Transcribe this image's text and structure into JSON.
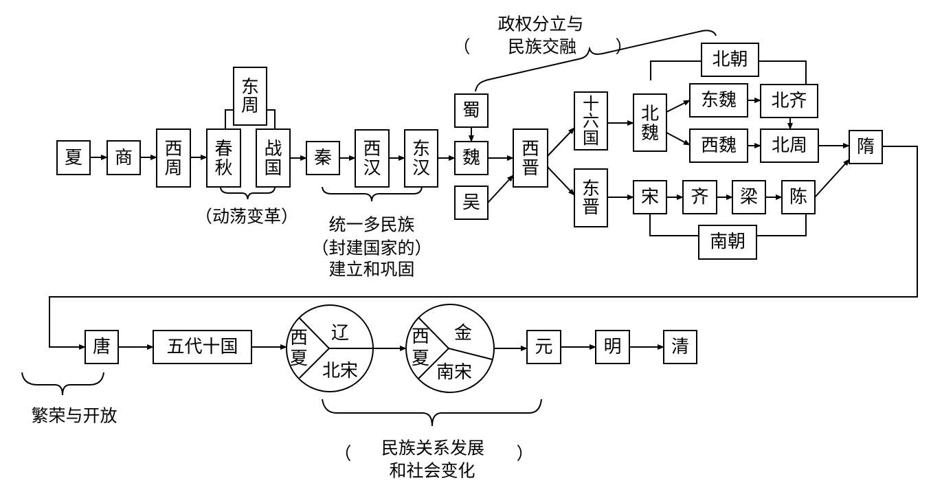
{
  "colors": {
    "default": "#000000",
    "highlight": "#ff0000"
  },
  "nodes": {
    "xia": {
      "lines": [
        "夏"
      ],
      "color": "#000000"
    },
    "shang": {
      "lines": [
        "商"
      ],
      "color": "#000000"
    },
    "xizhou": {
      "lines": [
        "西",
        "周"
      ],
      "color": "#000000"
    },
    "dongzhou": {
      "lines": [
        "东",
        "周"
      ],
      "color": "#000000"
    },
    "chunqiu": {
      "lines": [
        "春",
        "秋"
      ],
      "color": "#000000"
    },
    "zhanguo": {
      "lines": [
        "战",
        "国"
      ],
      "color": "#000000"
    },
    "qin": {
      "lines": [
        "秦"
      ],
      "color": "#000000"
    },
    "xihan": {
      "lines": [
        "西",
        "汉"
      ],
      "color": "#000000"
    },
    "donghan": {
      "lines": [
        "东",
        "汉"
      ],
      "color": "#000000"
    },
    "shu": {
      "lines": [
        "蜀"
      ],
      "color": "#000000"
    },
    "wei": {
      "lines": [
        "魏"
      ],
      "color": "#000000"
    },
    "wu": {
      "lines": [
        "吴"
      ],
      "color": "#000000"
    },
    "xijin": {
      "lines": [
        "西",
        "晋"
      ],
      "color": "#000000"
    },
    "shiliuguo": {
      "lines": [
        "十",
        "六",
        "国"
      ],
      "color": "#000000"
    },
    "dongjin": {
      "lines": [
        "东",
        "晋"
      ],
      "color": "#000000"
    },
    "beiwei": {
      "lines": [
        "北",
        "魏"
      ],
      "color": "#000000"
    },
    "beichao": {
      "lines": [
        "北朝"
      ],
      "color": "#000000"
    },
    "dongwei": {
      "lines": [
        "东魏"
      ],
      "color": "#000000"
    },
    "xiwei": {
      "lines": [
        "西魏"
      ],
      "color": "#000000"
    },
    "beiqi": {
      "lines": [
        "北齐"
      ],
      "color": "#000000"
    },
    "beizhou": {
      "lines": [
        "北周"
      ],
      "color": "#000000"
    },
    "song": {
      "lines": [
        "宋"
      ],
      "color": "#000000"
    },
    "qi": {
      "lines": [
        "齐"
      ],
      "color": "#000000"
    },
    "liang": {
      "lines": [
        "梁"
      ],
      "color": "#000000"
    },
    "chen": {
      "lines": [
        "陈"
      ],
      "color": "#000000"
    },
    "nanchao": {
      "lines": [
        "南朝"
      ],
      "color": "#000000"
    },
    "sui": {
      "lines": [
        "隋"
      ],
      "color": "#ff0000"
    },
    "tang": {
      "lines": [
        "唐"
      ],
      "color": "#ff0000"
    },
    "wudai": {
      "lines": [
        "五代十国"
      ],
      "color": "#000000"
    },
    "yuan": {
      "lines": [
        "元"
      ],
      "color": "#ff0000"
    },
    "ming": {
      "lines": [
        "明"
      ],
      "color": "#ff0000"
    },
    "qing": {
      "lines": [
        "清"
      ],
      "color": "#ff0000"
    }
  },
  "circles": [
    {
      "segments": [
        {
          "lines": [
            "西",
            "夏"
          ],
          "color": "#000000"
        },
        {
          "label": "辽",
          "color": "#000000"
        },
        {
          "label": "北宋",
          "color": "#ff0000"
        }
      ]
    },
    {
      "segments": [
        {
          "lines": [
            "西",
            "夏"
          ],
          "color": "#ff0000"
        },
        {
          "label": "金",
          "color": "#ff0000"
        },
        {
          "label": "南宋",
          "color": "#000000"
        }
      ]
    }
  ],
  "annotations": {
    "dongdang": {
      "text": "（动荡变革）"
    },
    "tongyi": {
      "lines": [
        "统一多民族",
        "（封建国家的）",
        "建立和巩固"
      ]
    },
    "zhengquan": {
      "lines": [
        "政权分立与",
        "民族交融"
      ],
      "open": "（",
      "close": "）"
    },
    "fanrong": {
      "text": "繁荣与开放"
    },
    "minzu": {
      "lines": [
        "民族关系发展",
        "和社会变化"
      ],
      "open": "（",
      "close": "）",
      "color": "#ff0000"
    }
  }
}
